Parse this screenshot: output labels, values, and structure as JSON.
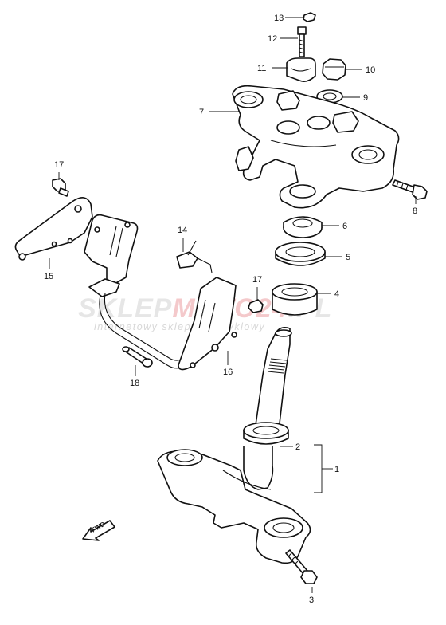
{
  "watermark": {
    "brand_prefix": "SKLEP",
    "brand_mid": "MOTO",
    "brand_number": "24",
    "brand_suffix": ".PL",
    "tagline": "internetowy sklep motocyklowy",
    "accent_color": "#d9232a"
  },
  "direction_marker": {
    "text": "FWD"
  },
  "callouts": [
    "1",
    "2",
    "3",
    "4",
    "5",
    "6",
    "7",
    "8",
    "9",
    "10",
    "11",
    "12",
    "13",
    "14",
    "15",
    "16",
    "17",
    "17",
    "18"
  ]
}
